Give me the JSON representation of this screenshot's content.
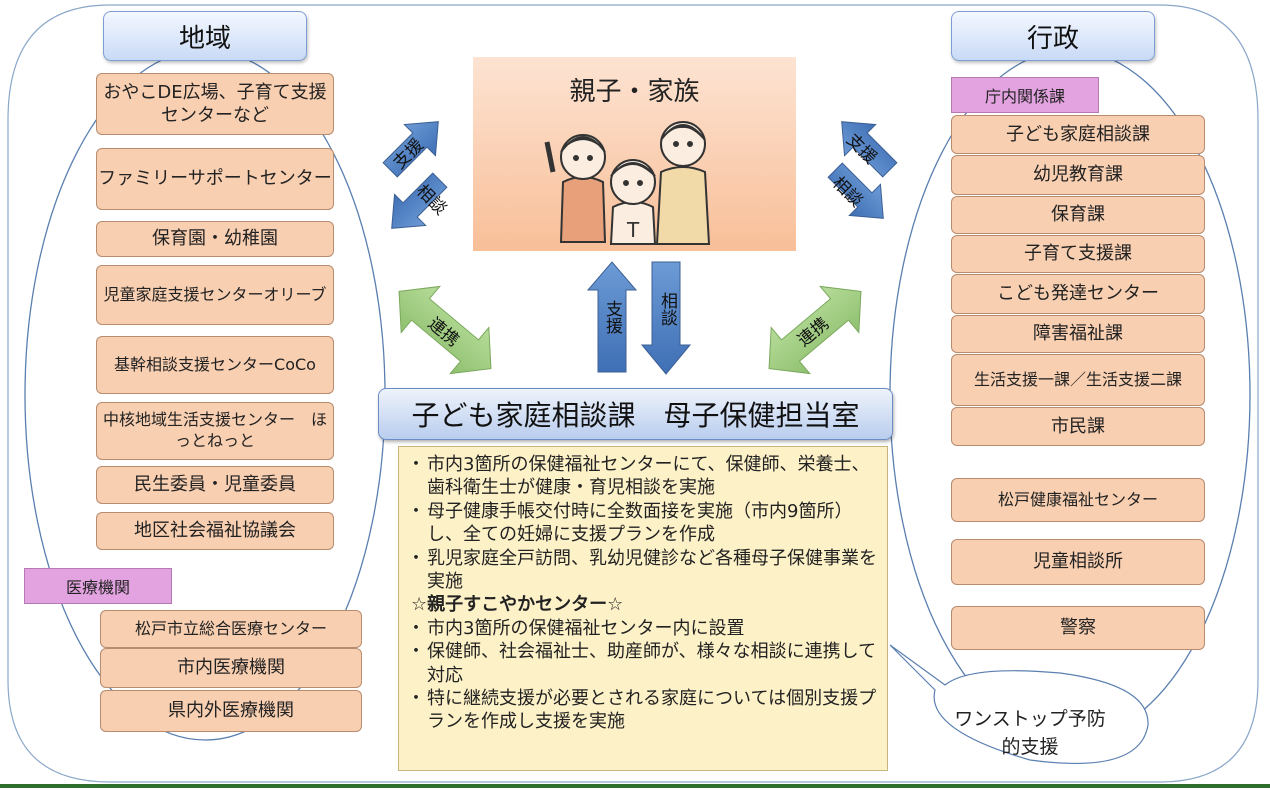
{
  "left": {
    "header": "地域",
    "items": [
      "おやこDE広場、子育て支援センターなど",
      "ファミリーサポートセンター",
      "保育園・幼稚園",
      "児童家庭支援センターオリーブ",
      "基幹相談支援センターCoCo",
      "中核地域生活支援センター　ほっとねっと",
      "民生委員・児童委員",
      "地区社会福祉協議会"
    ],
    "medical_label": "医療機関",
    "medical_items": [
      "松戸市立総合医療センター",
      "市内医療機関",
      "県内外医療機関"
    ]
  },
  "right": {
    "header": "行政",
    "dept_label": "庁内関係課",
    "items": [
      "子ども家庭相談課",
      "幼児教育課",
      "保育課",
      "子育て支援課",
      "こども発達センター",
      "障害福祉課",
      "生活支援一課／生活支援二課",
      "市民課"
    ],
    "other_items": [
      "松戸健康福祉センター",
      "児童相談所",
      "警察"
    ]
  },
  "family": {
    "title": "親子・家族"
  },
  "arrows": {
    "left_up": "支援",
    "left_down": "相談",
    "right_left": "支援",
    "right_right": "相談",
    "center_up": "支援",
    "center_down": "相談",
    "link_left": "連携",
    "link_right": "連携"
  },
  "center": {
    "title": "子ども家庭相談課　母子保健担当室",
    "bullets": [
      "市内3箇所の保健福祉センターにて、保健師、栄養士、歯科衛生士が健康・育児相談を実施",
      "母子健康手帳交付時に全数面接を実施（市内9箇所）し、全ての妊婦に支援プランを作成",
      "乳児家庭全戸訪問、乳幼児健診など各種母子保健事業を実施"
    ],
    "sub_heading": "☆親子すこやかセンター☆",
    "sub_bullets": [
      "市内3箇所の保健福祉センター内に設置",
      "保健師、社会福祉士、助産師が、様々な相談に連携して対応",
      "特に継続支援が必要とされる家庭については個別支援プランを作成し支援を実施"
    ]
  },
  "callout": "ワンストップ予防的支援"
}
